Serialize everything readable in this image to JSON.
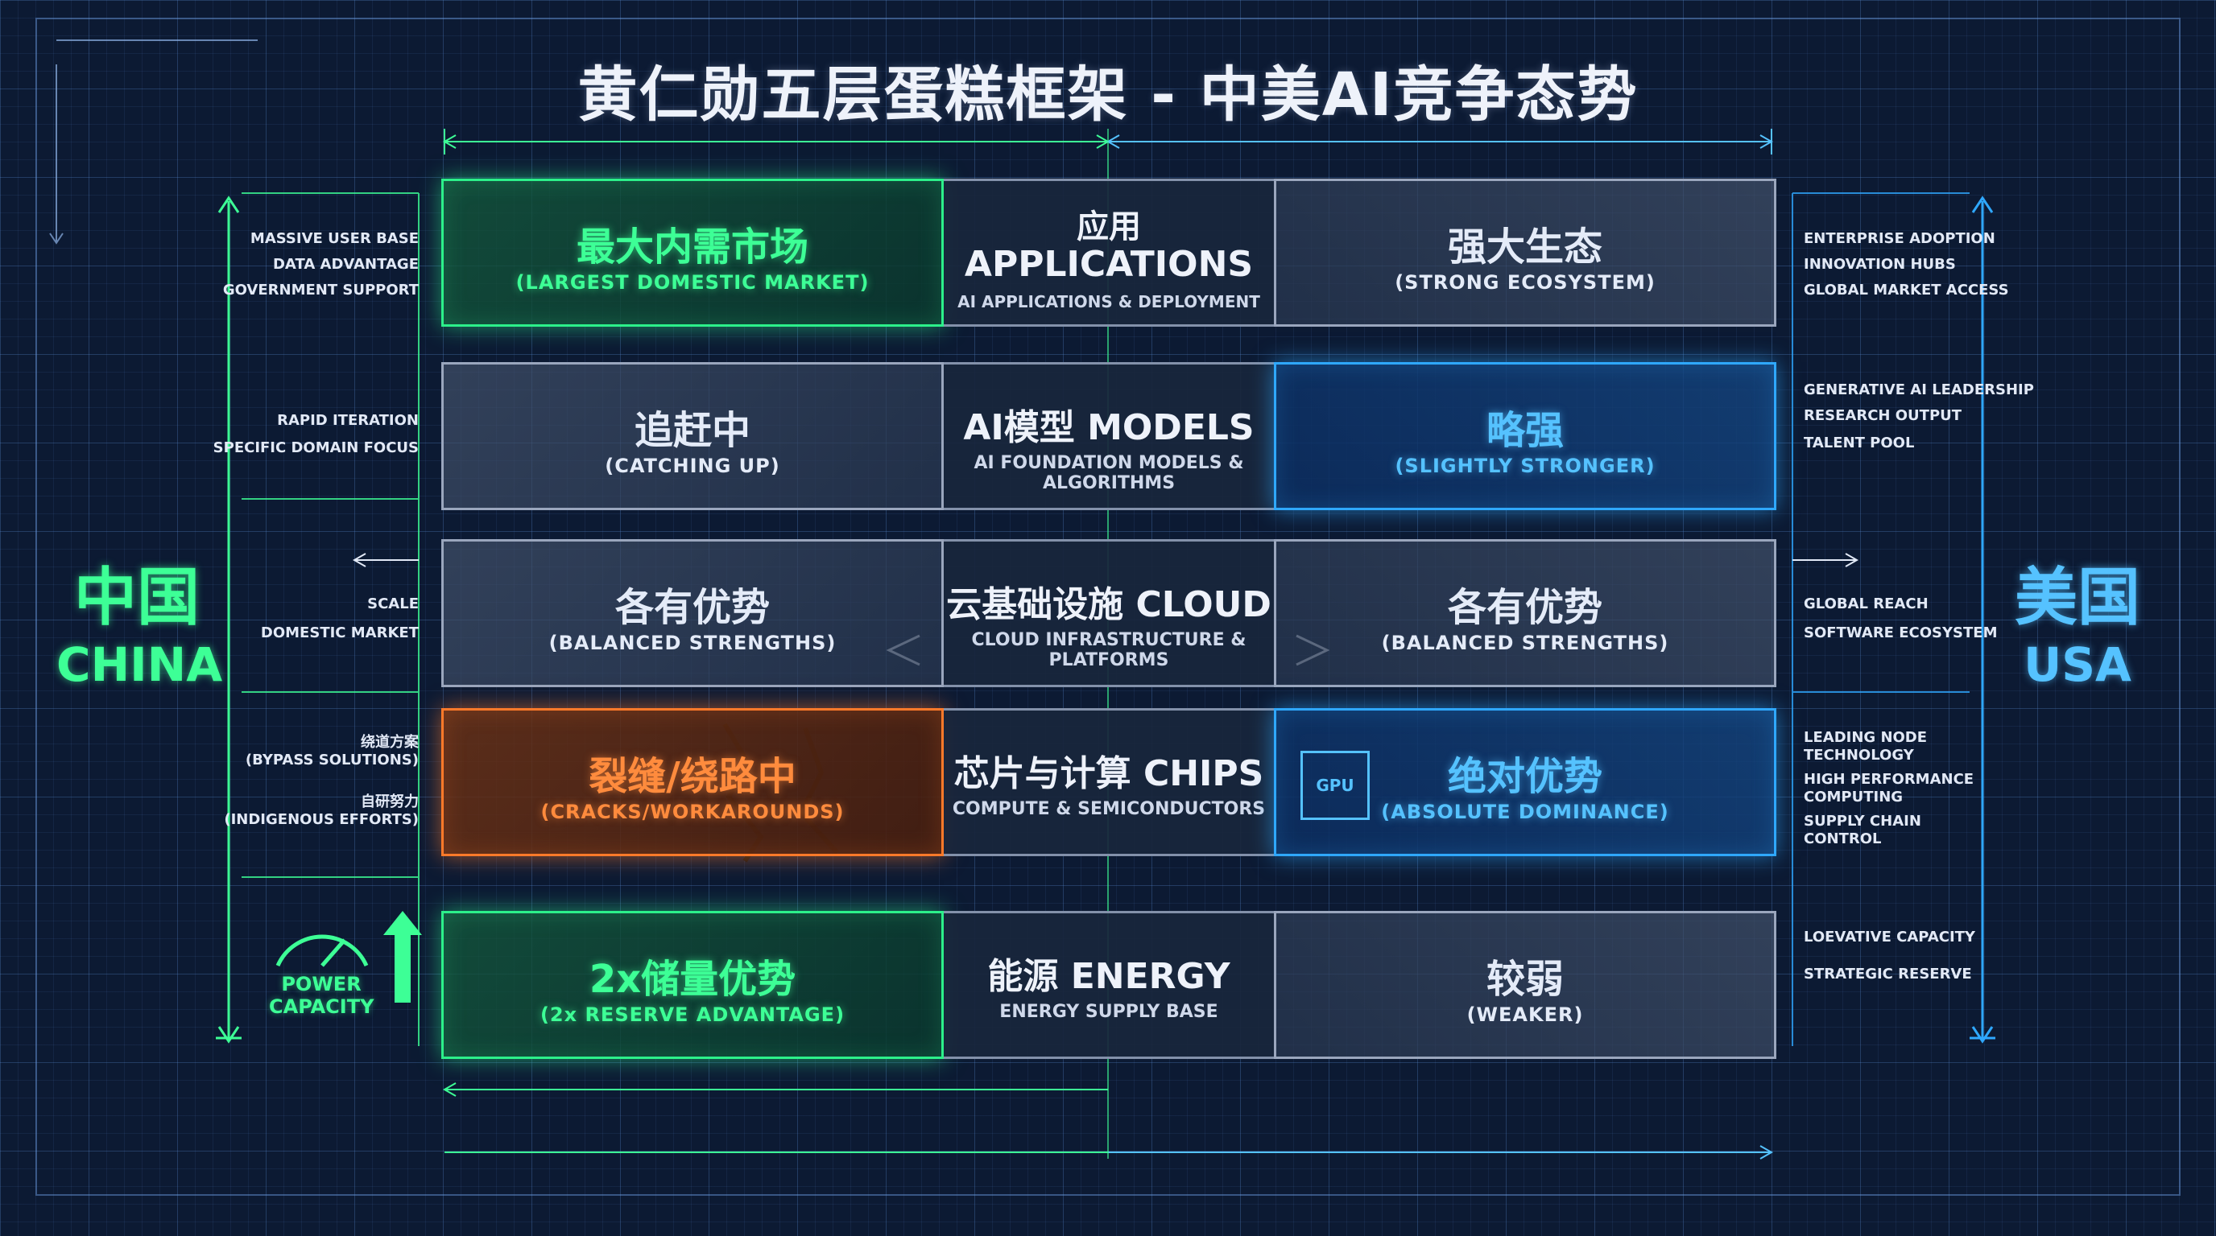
{
  "title": "黄仁勋五层蛋糕框架 - 中美AI竞争态势",
  "china": {
    "cn": "中国",
    "en": "CHINA"
  },
  "usa": {
    "cn": "美国",
    "en": "USA"
  },
  "power_capacity": "POWER\nCAPACITY",
  "colors": {
    "china_green": "#2cf08a",
    "usa_blue": "#2fa8ff",
    "crack_orange": "#ff7a2a",
    "neutral_grey": "#8391aa"
  },
  "layers": [
    {
      "left": {
        "cn": "最大内需市场",
        "en": "(LARGEST DOMESTIC MARKET)",
        "state": "green"
      },
      "center": {
        "cn": "应用",
        "en": "APPLICATIONS",
        "sub": "AI APPLICATIONS & DEPLOYMENT"
      },
      "right": {
        "cn": "强大生态",
        "en": "(STRONG ECOSYSTEM)",
        "state": "grey"
      },
      "left_notes": [
        "MASSIVE USER BASE",
        "DATA ADVANTAGE",
        "GOVERNMENT SUPPORT"
      ],
      "right_notes": [
        "ENTERPRISE ADOPTION",
        "INNOVATION HUBS",
        "GLOBAL MARKET ACCESS"
      ]
    },
    {
      "left": {
        "cn": "追赶中",
        "en": "(CATCHING UP)",
        "state": "grey"
      },
      "center": {
        "main": "AI模型 MODELS",
        "sub": "AI FOUNDATION MODELS & ALGORITHMS"
      },
      "right": {
        "cn": "略强",
        "en": "(SLIGHTLY STRONGER)",
        "state": "blue"
      },
      "left_notes": [
        "RAPID ITERATION",
        "SPECIFIC DOMAIN FOCUS"
      ],
      "right_notes": [
        "GENERATIVE AI LEADERSHIP",
        "RESEARCH OUTPUT",
        "TALENT POOL"
      ]
    },
    {
      "left": {
        "cn": "各有优势",
        "en": "(BALANCED STRENGTHS)",
        "state": "grey"
      },
      "center": {
        "main": "云基础设施 CLOUD",
        "sub": "CLOUD INFRASTRUCTURE & PLATFORMS"
      },
      "right": {
        "cn": "各有优势",
        "en": "(BALANCED STRENGTHS)",
        "state": "grey"
      },
      "left_notes": [
        "SCALE",
        "DOMESTIC MARKET"
      ],
      "right_notes": [
        "GLOBAL REACH",
        "SOFTWARE ECOSYSTEM"
      ]
    },
    {
      "left": {
        "cn": "裂缝/绕路中",
        "en": "(CRACKS/WORKAROUNDS)",
        "state": "orange"
      },
      "center": {
        "main": "芯片与计算 CHIPS",
        "sub": "COMPUTE & SEMICONDUCTORS"
      },
      "right": {
        "cn": "绝对优势",
        "en": "(ABSOLUTE DOMINANCE)",
        "state": "blue",
        "chip_label": "GPU"
      },
      "left_notes": [
        "绕道方案\n(BYPASS SOLUTIONS)",
        "自研努力\n(INDIGENOUS EFFORTS)"
      ],
      "right_notes": [
        "LEADING NODE\nTECHNOLOGY",
        "HIGH PERFORMANCE\nCOMPUTING",
        "SUPPLY CHAIN\nCONTROL"
      ]
    },
    {
      "left": {
        "cn": "2x储量优势",
        "en": "(2x RESERVE ADVANTAGE)",
        "state": "green"
      },
      "center": {
        "main": "能源 ENERGY",
        "sub": "ENERGY SUPPLY BASE"
      },
      "right": {
        "cn": "较弱",
        "en": "(WEAKER)",
        "state": "grey"
      },
      "left_notes": [],
      "right_notes": [
        "LOEVATIVE CAPACITY",
        "STRATEGIC RESERVE"
      ]
    }
  ]
}
